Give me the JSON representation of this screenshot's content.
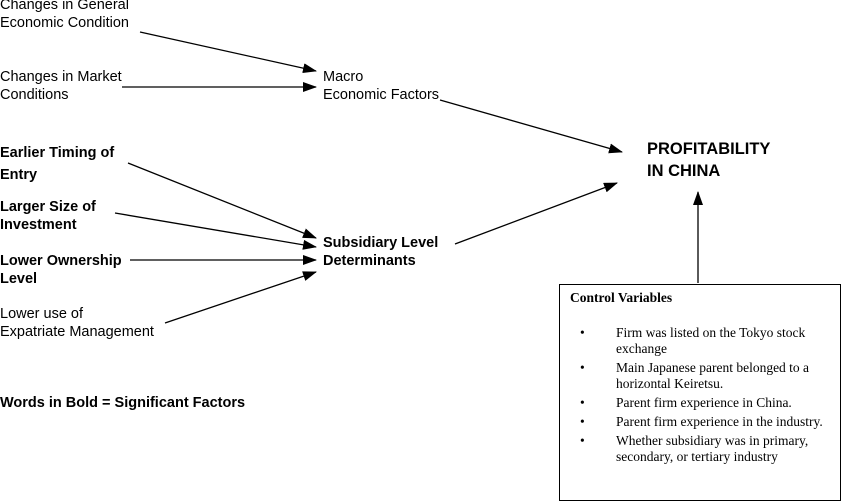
{
  "factors": {
    "general_economic": [
      "Changes in General",
      "Economic Condition"
    ],
    "market": [
      "Changes in Market",
      "Conditions"
    ],
    "timing": [
      "Earlier Timing of",
      "Entry"
    ],
    "size": [
      "Larger Size of",
      "Investment"
    ],
    "ownership": [
      "Lower Ownership",
      "Level"
    ],
    "expatriate": [
      "Lower use of",
      "Expatriate Management"
    ]
  },
  "macro": [
    "Macro",
    "Economic Factors"
  ],
  "subsidiary": [
    "Subsidiary Level",
    "Determinants"
  ],
  "outcome": [
    "PROFITABILITY",
    "IN CHINA"
  ],
  "note": "Words in Bold = Significant Factors",
  "control": {
    "title": "Control Variables",
    "bullet": "•",
    "items": [
      "Firm was listed on the Tokyo stock exchange",
      "Main Japanese parent belonged to a horizontal Keiretsu.",
      "Parent firm experience in China.",
      "Parent firm experience in the industry.",
      "Whether subsidiary was in primary, secondary, or tertiary industry"
    ]
  }
}
